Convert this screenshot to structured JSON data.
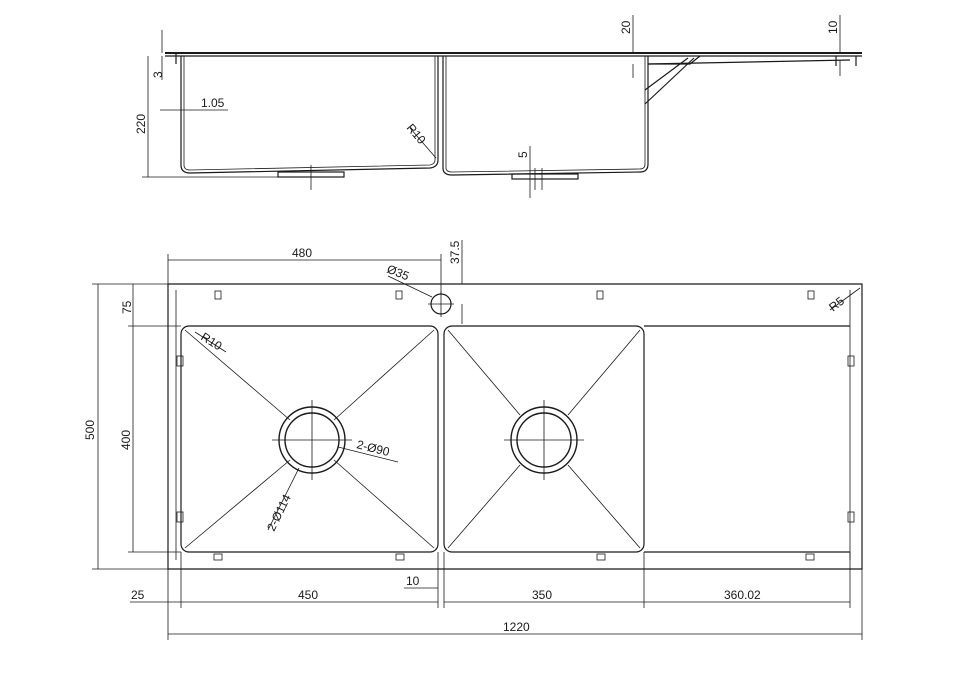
{
  "drawing": {
    "side_view": {
      "dims": {
        "top_tab": "20",
        "right_tab": "10",
        "rim_thickness": "3",
        "wall": "1.05",
        "depth": "220",
        "inner_radius": "R10",
        "drain_depth": "5"
      }
    },
    "plan_view": {
      "dims": {
        "bowl1_width_top": "480",
        "tap_hole": "Ø35",
        "tap_offset": "37.5",
        "corner_radius": "R5",
        "back_margin": "75",
        "overall_depth": "500",
        "bowl_depth": "400",
        "bowl_radius": "R10",
        "drain_inner": "2-Ø90",
        "drain_outer": "2-Ø114",
        "gap": "10",
        "left_margin": "25",
        "bowl1_width": "450",
        "bowl2_width": "350",
        "drainboard_width": "360.02",
        "overall_width": "1220"
      }
    }
  }
}
